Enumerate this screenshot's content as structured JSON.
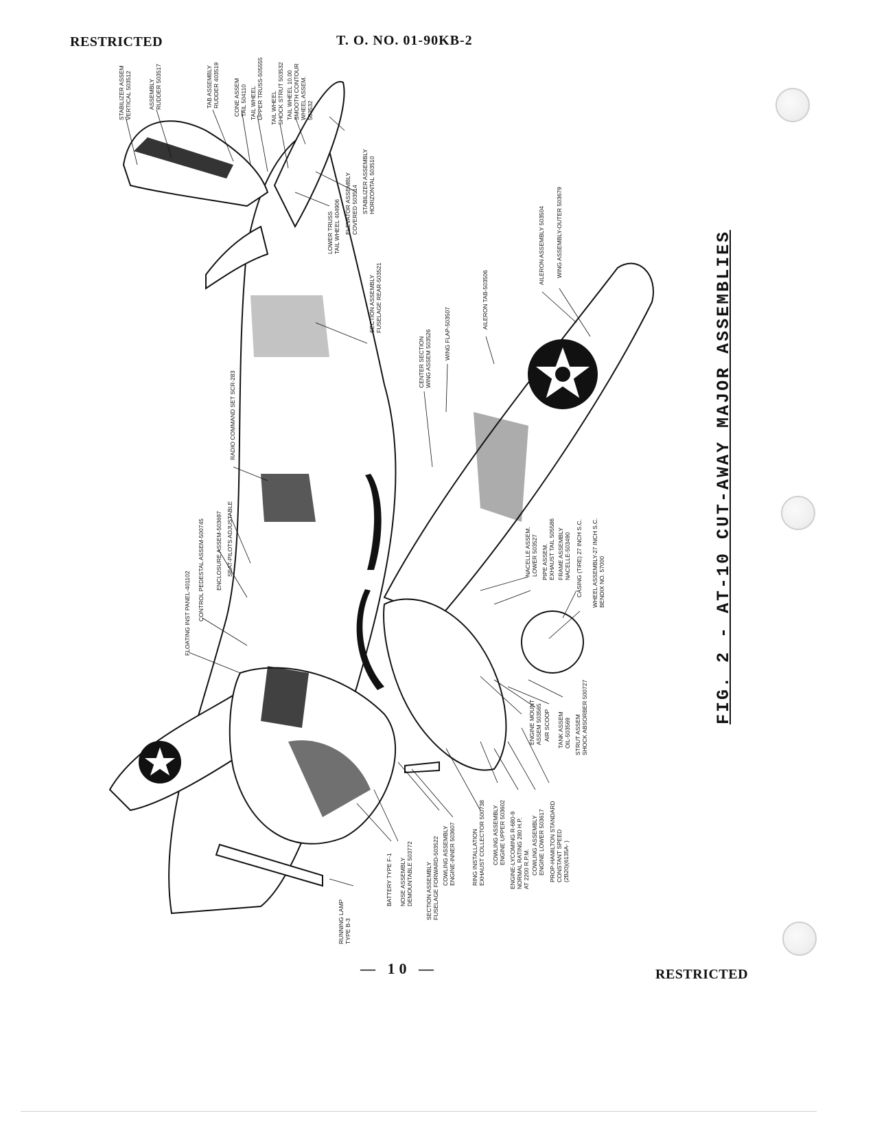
{
  "header": {
    "left": "RESTRICTED",
    "right": "T. O. NO. 01-90KB-2"
  },
  "caption": "FIG. 2 - AT-10 CUT-AWAY MAJOR ASSEMBLIES",
  "footer": {
    "page_number": "— 10 —",
    "restricted": "RESTRICTED"
  },
  "labels": {
    "stabilizer_vertical": [
      "STABILIZER ASSEM",
      "VERTICAL 503512"
    ],
    "rudder": [
      "ASSEMBLY",
      "RUDDER 503517"
    ],
    "tab_rudder": [
      "TAB ASSEMBLY",
      "RUDDER 403519"
    ],
    "tail_cone": [
      "CONE ASSEM",
      "TAIL 504110"
    ],
    "tail_wheel_upper": [
      "TAIL WHEEL",
      "UPPER TRUSS-505555"
    ],
    "tail_wheel_strut": [
      "TAIL WHEEL",
      "SHOCK STRUT 503532"
    ],
    "tail_wheel_assem": [
      "TAIL WHEEL 10.00",
      "SMOOTH CONTOUR",
      "WHEEL ASSEM.",
      "503532"
    ],
    "stabilizer_horizontal": [
      "STABILIZER ASSEMBLY",
      "HORIZONTAL 503510"
    ],
    "elevator": [
      "ELEVATOR ASSEMBLY",
      "COVERED 503514"
    ],
    "lower_truss": [
      "LOWER TRUSS",
      "TAIL WHEEL 404906"
    ],
    "fuselage_rear": [
      "SECTION ASSEMBLY",
      "FUSELAGE REAR-503521"
    ],
    "wing_outer": [
      "WING ASSEMBLY-OUTER 503679"
    ],
    "aileron": [
      "AILERON ASSEMBLY 503504"
    ],
    "aileron_tab": [
      "AILERON TAB-503506"
    ],
    "wing_flap": [
      "WING FLAP-503507"
    ],
    "center_section": [
      "CENTER SECTION",
      "WING ASSEM 503526"
    ],
    "radio": [
      "RADIO COMMAND SET SCR-283"
    ],
    "seat": [
      "SEAT-PILOTS ADJUSTABLE"
    ],
    "enclosure": [
      "ENCLOSURE ASSEM-503697"
    ],
    "control_pedestal": [
      "CONTROL PEDESTAL ASSEM-500745"
    ],
    "floating_panel": [
      "FLOATING INST PANEL-401102"
    ],
    "nacelle_lower": [
      "NACELLE ASSEM.",
      "LOWER 503527"
    ],
    "exhaust_tail": [
      "PIPE ASSEM.",
      "EXHAUST TAIL 505586"
    ],
    "frame_nacelle": [
      "FRAME ASSEMBLY",
      "NACELLE-503490"
    ],
    "casing": [
      "CASING (TIRE) 27 INCH S.C."
    ],
    "wheel": [
      "WHEEL ASSEMBLY-27 INCH S.C.",
      "BENDIX NO. 57000"
    ],
    "strut": [
      "STRUT ASSEM",
      "SHOCK ABSORBER 500727"
    ],
    "tank": [
      "TANK ASSEM",
      "OIL-503569"
    ],
    "air_scoop": [
      "AIR SCOOP"
    ],
    "engine_mount": [
      "ENGINE MOUNT",
      "ASSEM 503565"
    ],
    "prop": [
      "PROP-HAMILTON STANDARD",
      "CONSTANT SPEED",
      "(2B20)(6135A- )"
    ],
    "cowling_lower": [
      "COWLING ASSEMBLY",
      "ENGINE LOWER 503617"
    ],
    "engine": [
      "ENGINE-LYCOMING R-680-9",
      "NORMAL RATING 280 H.P.",
      "AT 2200 R.P.M."
    ],
    "cowling_upper": [
      "COWLING ASSEMBLY",
      "ENGINE UPPER 503602"
    ],
    "ring_installation": [
      "RING INSTALLATION",
      "EXHAUST COLLECTOR 500738"
    ],
    "cowling_inner": [
      "COWLING ASSEMBLY",
      "ENGINE-INNER 503607"
    ],
    "fuselage_forward": [
      "SECTION ASSEMBLY",
      "FUSELAGE FORWARD-503522"
    ],
    "nose": [
      "NOSE ASSEMBLY",
      "DEMOUNTABLE 503772"
    ],
    "battery": [
      "BATTERY TYPE F-1"
    ],
    "running_lamp": [
      "RUNNING LAMP",
      "TYPE B-3"
    ]
  }
}
